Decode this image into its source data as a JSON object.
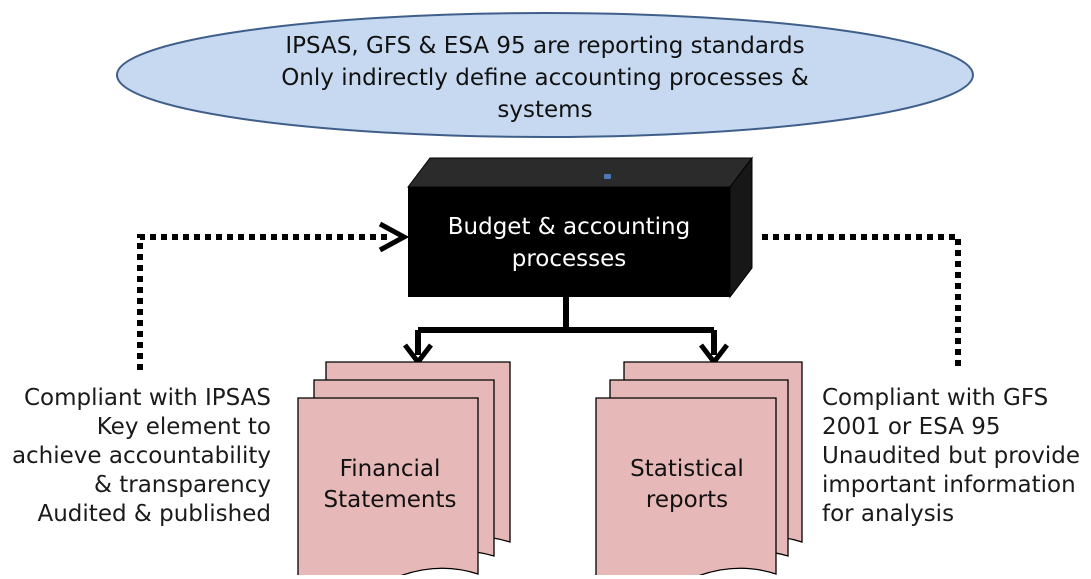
{
  "header_ellipse": {
    "lines": [
      "IPSAS, GFS & ESA 95 are reporting standards",
      "Only indirectly define accounting processes &",
      "systems"
    ]
  },
  "process_box": {
    "lines": [
      "Budget & accounting",
      "processes"
    ]
  },
  "outputs": [
    {
      "lines": [
        "Financial",
        "Statements"
      ]
    },
    {
      "lines": [
        "Statistical",
        "reports"
      ]
    }
  ],
  "left_note": {
    "lines": [
      "Compliant with IPSAS",
      "Key element to",
      "achieve accountability",
      "& transparency",
      "Audited & published"
    ]
  },
  "right_note": {
    "lines": [
      "Compliant with GFS",
      "2001 or ESA 95",
      "Unaudited but provide",
      "important information",
      "for analysis"
    ]
  },
  "colors": {
    "ellipse_fill": "#c6d9f1",
    "box_front": "#000000",
    "box_top": "#2b2b2b",
    "box_side": "#171717",
    "doc_fill": "#e6b9b8",
    "connector": "#000000"
  }
}
